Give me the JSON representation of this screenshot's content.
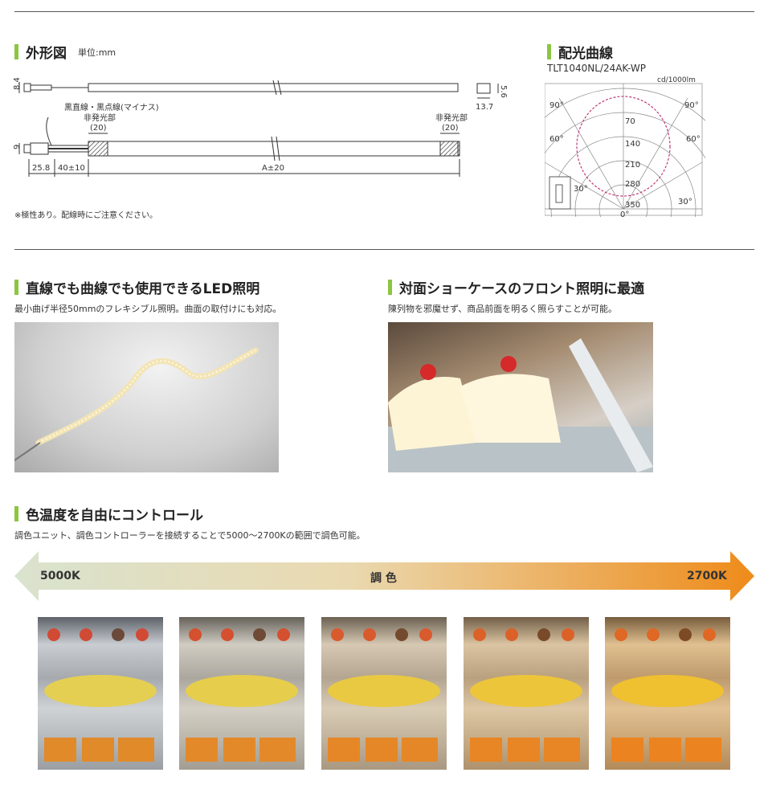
{
  "outline": {
    "title": "外形図",
    "unit": "単位:mm",
    "dims": {
      "h1": "8.4",
      "h2": "5.6",
      "w1": "13.7",
      "h3": "9",
      "d1": "25.8",
      "d2": "40±10",
      "d3": "A±20"
    },
    "wire_note": "黒直線・黒点線(マイナス)",
    "nonlit_label": "非発光部",
    "nonlit_value": "(20)",
    "note": "※極性あり。配線時にご注意ください。"
  },
  "distribution": {
    "title": "配光曲線",
    "model": "TLT1040NL/24AK-WP",
    "unit": "cd/1000lm",
    "angles": [
      "90°",
      "90°",
      "60°",
      "60°",
      "30°",
      "30°",
      "0°"
    ],
    "rings": [
      "70",
      "140",
      "210",
      "280",
      "350"
    ]
  },
  "feature1": {
    "title": "直線でも曲線でも使用できるLED照明",
    "caption": "最小曲げ半径50mmのフレキシブル照明。曲面の取付けにも対応。"
  },
  "feature2": {
    "title": "対面ショーケースのフロント照明に最適",
    "caption": "陳列物を邪魔せず、商品前面を明るく照らすことが可能。"
  },
  "feature3": {
    "title": "色温度を自由にコントロール",
    "caption": "調色ユニット、調色コントローラーを接続することで5000〜2700Kの範囲で調色可能。",
    "left_label": "5000K",
    "center_label": "調 色",
    "right_label": "2700K"
  },
  "colors": {
    "accent_green": "#8cc63f",
    "gradient_start": "#d9e3cf",
    "gradient_end": "#ee8b1a"
  }
}
